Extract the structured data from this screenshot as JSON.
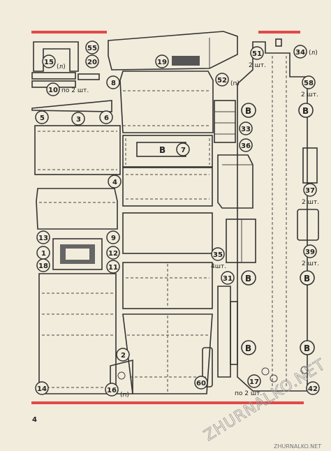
{
  "page": {
    "number": "4"
  },
  "colors": {
    "accent": "#e04a4a",
    "ink": "#333333",
    "paper": "#f2ecdc"
  },
  "labels": {
    "p55": "55",
    "p15": "15",
    "p15s": "(л)",
    "p20": "20",
    "p10": "10",
    "p10n": "по 2 шт.",
    "p19": "19",
    "p52": "52",
    "p52s": "(п)",
    "p51": "51",
    "p51n": "2 шт.",
    "p34": "34",
    "p34s": "(л)",
    "p58": "58",
    "p58n": "2 шт.",
    "p8": "8",
    "p5": "5",
    "p3": "3",
    "p6": "6",
    "p7": "7",
    "p7letter": "В",
    "p33": "33",
    "p36": "36",
    "p4": "4",
    "p37": "37",
    "p37n": "2 шт.",
    "p13": "13",
    "p9": "9",
    "p1": "1",
    "p12": "12",
    "p18": "18",
    "p11": "11",
    "p35": "35",
    "p35n": "4шт.",
    "p39": "39",
    "p39n": "2 шт.",
    "p31": "31",
    "p2": "2",
    "p14": "14",
    "p16": "16",
    "p16s": "(п)",
    "p60": "60",
    "p17": "17",
    "p17n": "по 2 шт.",
    "p42": "42",
    "b": "В"
  },
  "watermark": {
    "main": "ZHURNALKO.NET",
    "small": "ZHURNALKO.NET"
  }
}
